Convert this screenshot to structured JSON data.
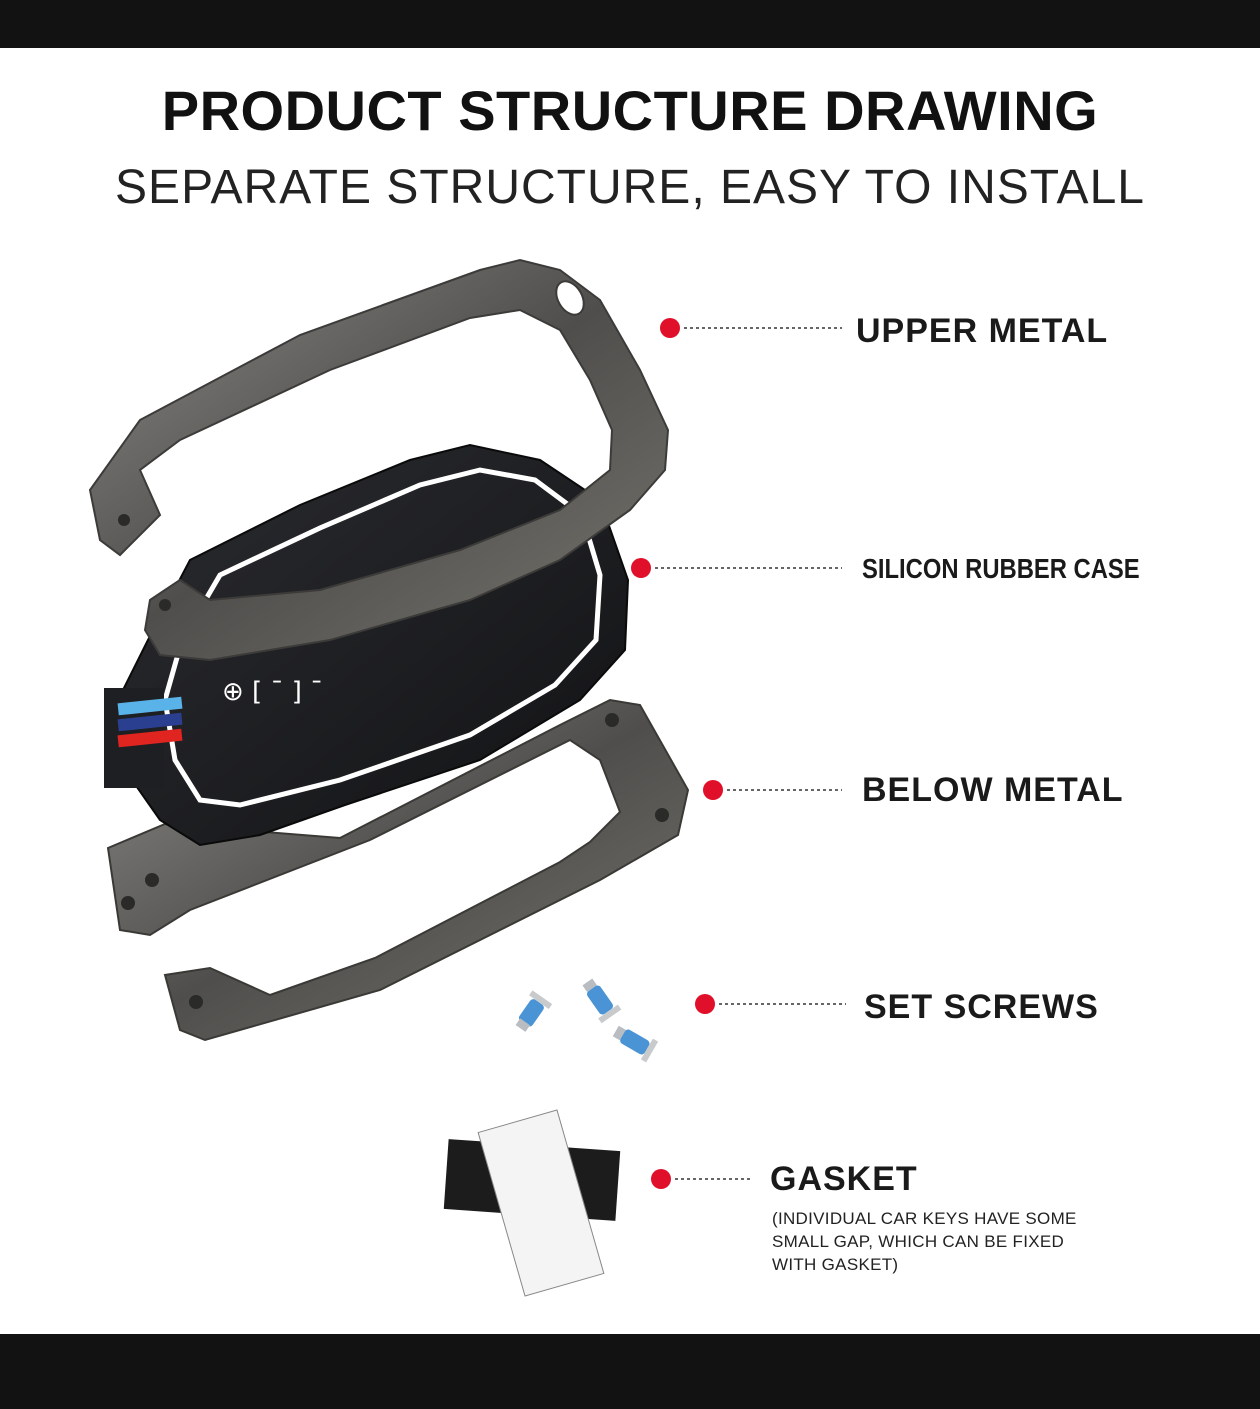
{
  "title": "PRODUCT STRUCTURE DRAWING",
  "subtitle": "SEPARATE STRUCTURE, EASY TO INSTALL",
  "parts": {
    "upper": "UPPER METAL",
    "silicon": "SILICON RUBBER CASE",
    "below": "BELOW METAL",
    "screws": "SET SCREWS",
    "gasket": "GASKET",
    "gasket_note": "(INDIVIDUAL CAR KEYS HAVE SOME SMALL GAP, WHICH CAN BE FIXED WITH GASKET)"
  },
  "colors": {
    "marker": "#e0102a",
    "metal": "#5e5d5b",
    "rubber": "#1b1c1f",
    "stripe_light_blue": "#5ab3e8",
    "stripe_dark_blue": "#2a3f8f",
    "stripe_red": "#e0241f"
  }
}
